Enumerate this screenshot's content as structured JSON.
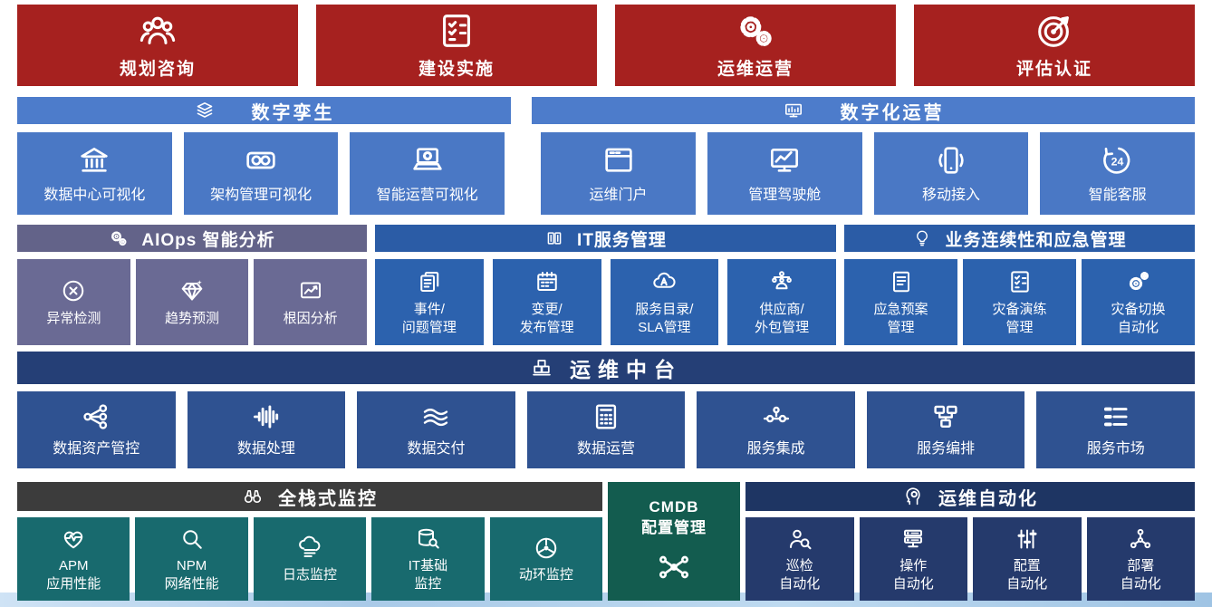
{
  "colors": {
    "phase_red": "#a6211f",
    "visual_blue": "#4a78c5",
    "aiops_purple": "#6a6a94",
    "service_blue": "#2c62ae",
    "platform_navy": "#2f5291",
    "monitor_dark": "#3c3c3c",
    "monitor_teal": "#186a6e",
    "cmdb_green": "#135c4f",
    "automation_navy": "#1e3563",
    "text": "#ffffff"
  },
  "top_phases": [
    {
      "label": "规划咨询",
      "icon": "people-icon"
    },
    {
      "label": "建设实施",
      "icon": "checklist-icon"
    },
    {
      "label": "运维运营",
      "icon": "gears-icon"
    },
    {
      "label": "评估认证",
      "icon": "target-icon"
    }
  ],
  "digital_twin": {
    "header": {
      "label": "数字孪生",
      "icon": "layers-icon"
    }
  },
  "digital_ops": {
    "header": {
      "label": "数字化运营",
      "icon": "presentation-icon"
    }
  },
  "visual_tiles": [
    {
      "label": "数据中心可视化",
      "icon": "bank-icon"
    },
    {
      "label": "架构管理可视化",
      "icon": "link-glasses-icon"
    },
    {
      "label": "智能运营可视化",
      "icon": "laptop-gear-icon"
    },
    {
      "label": "运维门户",
      "icon": "browser-icon"
    },
    {
      "label": "管理驾驶舱",
      "icon": "monitor-chart-icon"
    },
    {
      "label": "移动接入",
      "icon": "mobile-icon"
    },
    {
      "label": "智能客服",
      "icon": "service-24h-icon"
    }
  ],
  "aiops": {
    "header": {
      "label": "AIOps 智能分析",
      "icon": "gears-icon"
    },
    "tiles": [
      {
        "label": "异常检测",
        "icon": "anomaly-icon"
      },
      {
        "label": "趋势预测",
        "icon": "diamond-icon"
      },
      {
        "label": "根因分析",
        "icon": "chart-icon"
      }
    ]
  },
  "itsm": {
    "header": {
      "label": "IT服务管理",
      "icon": "boxes-icon"
    },
    "tiles": [
      {
        "label": "事件/\n问题管理",
        "icon": "cards-icon"
      },
      {
        "label": "变更/\n发布管理",
        "icon": "calendar-icon"
      },
      {
        "label": "服务目录/\nSLA管理",
        "icon": "cloud-a-icon"
      },
      {
        "label": "供应商/\n外包管理",
        "icon": "org-icon"
      }
    ]
  },
  "bcm": {
    "header": {
      "label": "业务连续性和应急管理",
      "icon": "bulb-icon"
    },
    "tiles": [
      {
        "label": "应急预案\n管理",
        "icon": "doc-icon"
      },
      {
        "label": "灾备演练\n管理",
        "icon": "checklist-icon"
      },
      {
        "label": "灾备切换\n自动化",
        "icon": "gear-wrench-icon"
      }
    ]
  },
  "middle_platform": {
    "header": {
      "label": "运维中台",
      "icon": "boxes-stack-icon"
    },
    "tiles": [
      {
        "label": "数据资产管控",
        "icon": "share-icon"
      },
      {
        "label": "数据处理",
        "icon": "waveform-icon"
      },
      {
        "label": "数据交付",
        "icon": "waves-icon"
      },
      {
        "label": "数据运营",
        "icon": "calculator-icon"
      },
      {
        "label": "服务集成",
        "icon": "nodes-icon"
      },
      {
        "label": "服务编排",
        "icon": "flow-icon"
      },
      {
        "label": "服务市场",
        "icon": "list-icon"
      }
    ]
  },
  "monitoring": {
    "header": {
      "label": "全栈式监控",
      "icon": "binoculars-icon"
    },
    "tiles": [
      {
        "label": "APM\n应用性能",
        "icon": "heart-pulse-icon"
      },
      {
        "label": "NPM\n网络性能",
        "icon": "magnifier-icon"
      },
      {
        "label": "日志监控",
        "icon": "cloud-server-icon"
      },
      {
        "label": "IT基础\n监控",
        "icon": "db-search-icon"
      },
      {
        "label": "动环监控",
        "icon": "gauge-icon"
      }
    ]
  },
  "cmdb": {
    "label": "CMDB\n配置管理",
    "icon": "network-icon"
  },
  "automation": {
    "header": {
      "label": "运维自动化",
      "icon": "head-gear-icon"
    },
    "tiles": [
      {
        "label": "巡检\n自动化",
        "icon": "person-search-icon"
      },
      {
        "label": "操作\n自动化",
        "icon": "server-icon"
      },
      {
        "label": "配置\n自动化",
        "icon": "sliders-icon"
      },
      {
        "label": "部署\n自动化",
        "icon": "deploy-icon"
      }
    ]
  }
}
